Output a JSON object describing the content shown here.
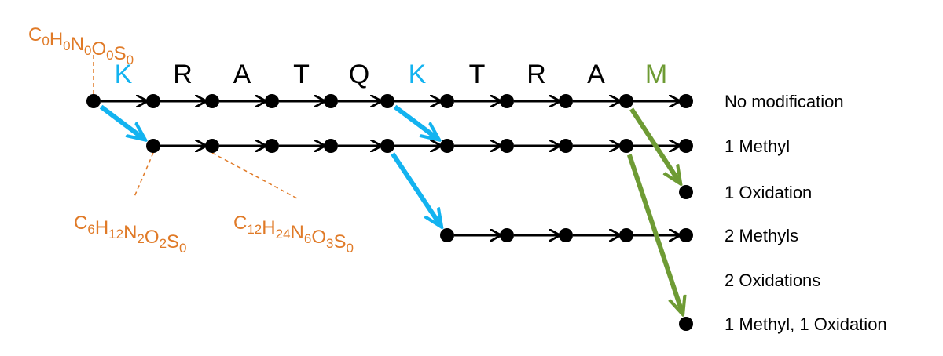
{
  "colors": {
    "node": "#000000",
    "edge": "#000000",
    "methyl": "#13B3F0",
    "oxidation": "#6E9B34",
    "formula": "#E07A27",
    "text": "#000000"
  },
  "sequence": [
    {
      "letter": "K",
      "color": "#13B3F0"
    },
    {
      "letter": "R",
      "color": "#000000"
    },
    {
      "letter": "A",
      "color": "#000000"
    },
    {
      "letter": "T",
      "color": "#000000"
    },
    {
      "letter": "Q",
      "color": "#000000"
    },
    {
      "letter": "K",
      "color": "#13B3F0"
    },
    {
      "letter": "T",
      "color": "#000000"
    },
    {
      "letter": "R",
      "color": "#000000"
    },
    {
      "letter": "A",
      "color": "#000000"
    },
    {
      "letter": "M",
      "color": "#6E9B34"
    }
  ],
  "rows": [
    {
      "label": "No modification"
    },
    {
      "label": "1 Methyl"
    },
    {
      "label": "1 Oxidation"
    },
    {
      "label": "2 Methyls"
    },
    {
      "label": "2 Oxidations"
    },
    {
      "label": "1 Methyl, 1 Oxidation"
    }
  ],
  "formulas": [
    {
      "parts": [
        [
          "C",
          "0"
        ],
        [
          "H",
          "0"
        ],
        [
          "N",
          "0"
        ],
        [
          "O",
          "0"
        ],
        [
          "S",
          "0"
        ]
      ]
    },
    {
      "parts": [
        [
          "C",
          "6"
        ],
        [
          "H",
          "12"
        ],
        [
          "N",
          "2"
        ],
        [
          "O",
          "2"
        ],
        [
          "S",
          "0"
        ]
      ]
    },
    {
      "parts": [
        [
          "C",
          "12"
        ],
        [
          "H",
          "24"
        ],
        [
          "N",
          "6"
        ],
        [
          "O",
          "3"
        ],
        [
          "S",
          "0"
        ]
      ]
    }
  ]
}
